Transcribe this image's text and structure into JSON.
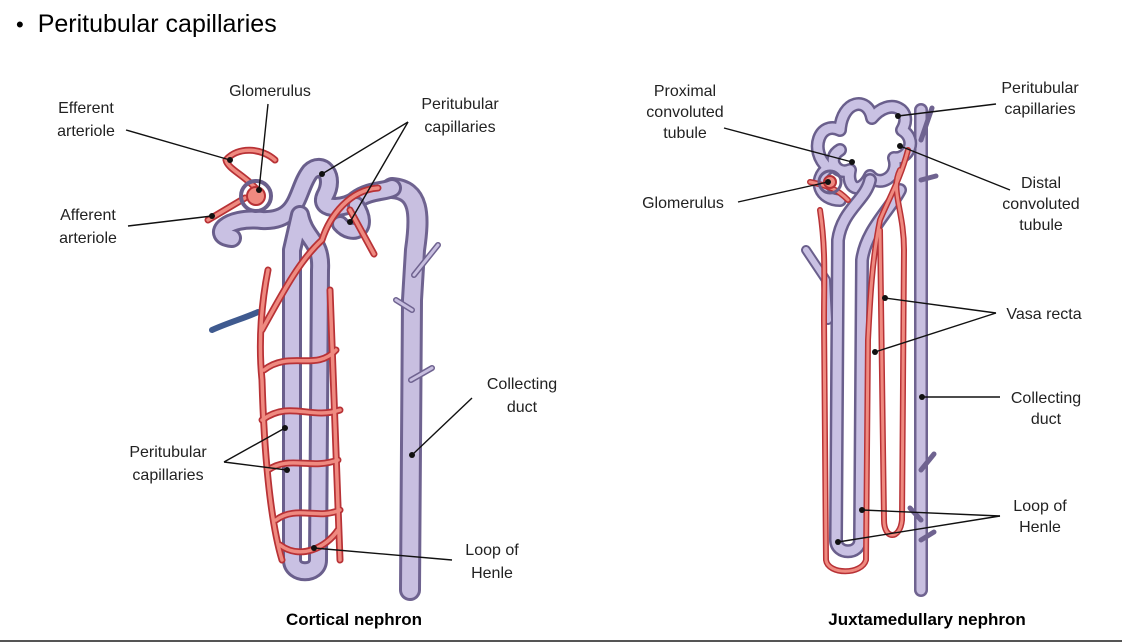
{
  "title": "Peritubular capillaries",
  "bullet": "•",
  "cortical": {
    "caption": "Cortical nephron",
    "labels": {
      "efferent": [
        "Efferent",
        "arteriole"
      ],
      "glomerulus": "Glomerulus",
      "peritubular_top": [
        "Peritubular",
        "capillaries"
      ],
      "afferent": [
        "Afferent",
        "arteriole"
      ],
      "collecting": [
        "Collecting",
        "duct"
      ],
      "peritubular_bottom": [
        "Peritubular",
        "capillaries"
      ],
      "loop": [
        "Loop of",
        "Henle"
      ]
    }
  },
  "juxtamedullary": {
    "caption": "Juxtamedullary nephron",
    "labels": {
      "proximal": [
        "Proximal",
        "convoluted",
        "tubule"
      ],
      "glomerulus": "Glomerulus",
      "peritubular": [
        "Peritubular",
        "capillaries"
      ],
      "distal": [
        "Distal",
        "convoluted",
        "tubule"
      ],
      "vasa_recta": "Vasa recta",
      "collecting": [
        "Collecting",
        "duct"
      ],
      "loop": [
        "Loop of",
        "Henle"
      ]
    }
  }
}
